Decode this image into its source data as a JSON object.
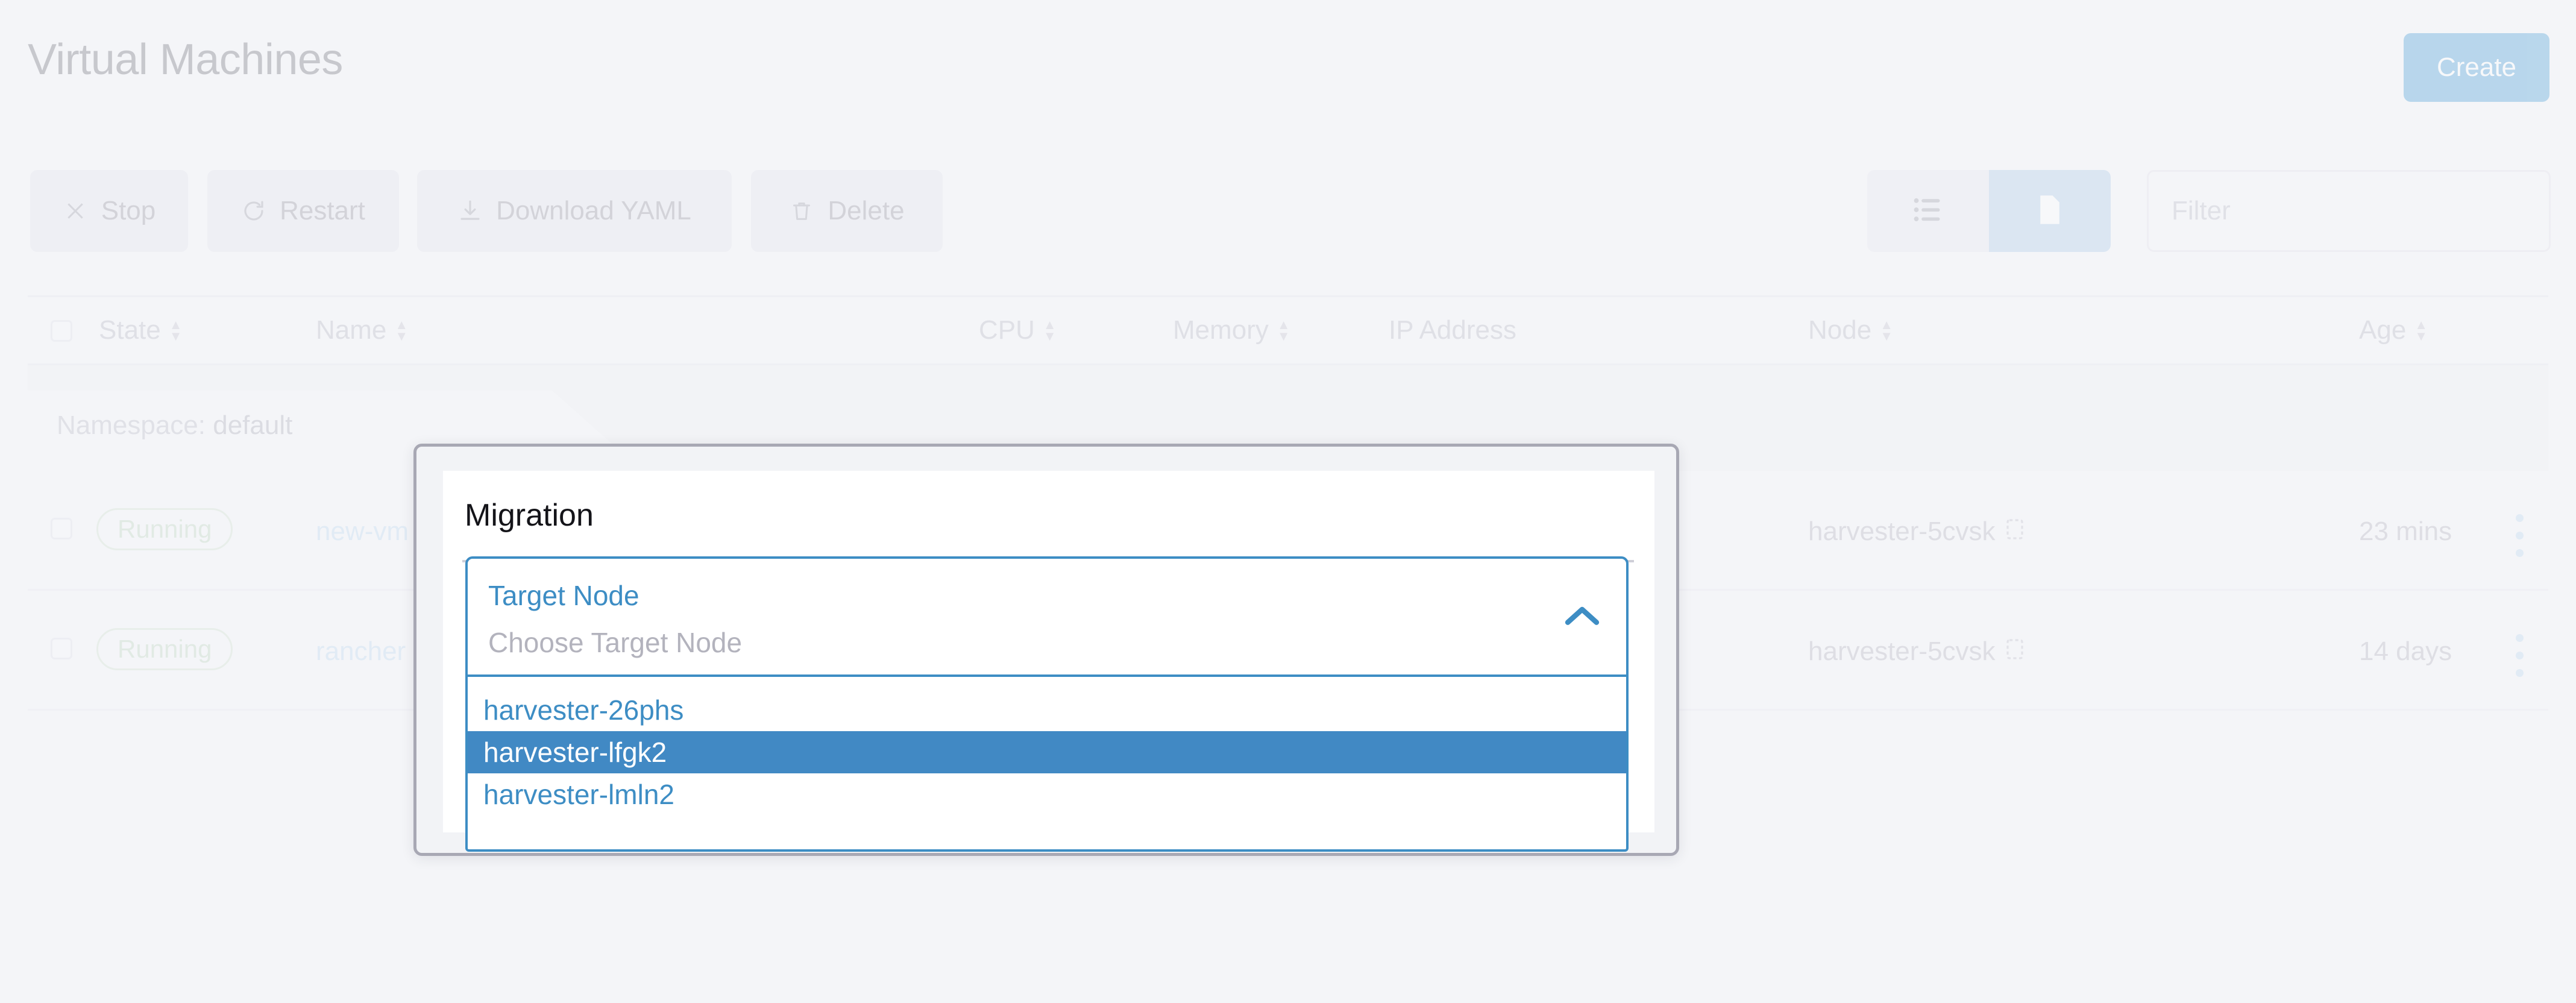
{
  "header": {
    "title": "Virtual Machines",
    "create_label": "Create"
  },
  "toolbar": {
    "stop_label": "Stop",
    "restart_label": "Restart",
    "download_label": "Download YAML",
    "delete_label": "Delete",
    "view_flat_icon": "list-icon",
    "view_group_icon": "folder-icon",
    "filter_placeholder": "Filter",
    "filter_value": ""
  },
  "table": {
    "columns": [
      {
        "label": "State",
        "sortable": true
      },
      {
        "label": "Name",
        "sortable": true
      },
      {
        "label": "CPU",
        "sortable": true
      },
      {
        "label": "Memory",
        "sortable": true
      },
      {
        "label": "IP Address",
        "sortable": false
      },
      {
        "label": "Node",
        "sortable": true
      },
      {
        "label": "Age",
        "sortable": true
      }
    ],
    "group_label_prefix": "Namespace: ",
    "group_label_value": "default",
    "rows": [
      {
        "state": "Running",
        "name": "new-vm",
        "cpu": "",
        "memory": "",
        "ip": "",
        "node": "harvester-5cvsk",
        "age": "23 mins"
      },
      {
        "state": "Running",
        "name": "rancher",
        "cpu": "",
        "memory": "",
        "ip": "",
        "node": "harvester-5cvsk",
        "age": "14 days"
      }
    ]
  },
  "modal": {
    "title": "Migration",
    "select": {
      "label": "Target Node",
      "placeholder": "Choose Target Node",
      "chevron_icon": "chevron-up-icon",
      "expanded": true,
      "options": [
        {
          "label": "harvester-26phs",
          "selected": false
        },
        {
          "label": "harvester-lfgk2",
          "selected": true
        },
        {
          "label": "harvester-lmln2",
          "selected": false
        }
      ]
    }
  },
  "colors": {
    "accent_blue": "#3d8dc4",
    "page_bg": "#f4f5f8",
    "disabled_btn": "#e4e4ec",
    "selected_option": "#4189c4",
    "modal_border": "#a8a8b4",
    "running_badge": "#cfe0cf"
  }
}
